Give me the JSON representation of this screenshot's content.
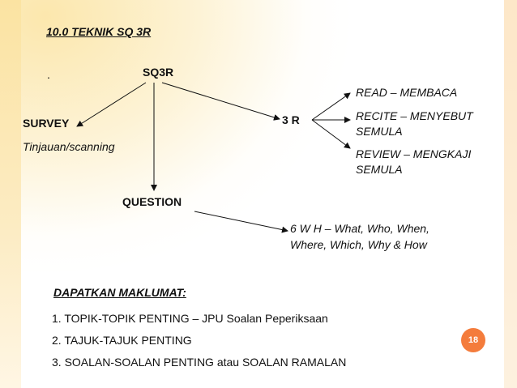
{
  "title": "10.0 TEKNIK  SQ 3R",
  "bullet_dot": ".",
  "diagram": {
    "root": "SQ3R",
    "survey": "SURVEY",
    "survey_sub": "Tinjauan/scanning",
    "three_r": "3 R",
    "read": "READ – MEMBACA",
    "recite_line1": "RECITE – MENYEBUT",
    "recite_line2": "SEMULA",
    "review_line1": "REVIEW – MENGKAJI",
    "review_line2": "SEMULA",
    "question": "QUESTION",
    "wh_line1": "6 W H – What, Who, When,",
    "wh_line2": "Where, Which, Why & How"
  },
  "list": {
    "heading": "DAPATKAN MAKLUMAT:",
    "items": [
      "1.  TOPIK-TOPIK PENTING – JPU Soalan Peperiksaan",
      "2.  TAJUK-TAJUK PENTING",
      "3. SOALAN-SOALAN PENTING atau SOALAN RAMALAN"
    ]
  },
  "page_number": "18",
  "colors": {
    "accent": "#f47c3c"
  }
}
